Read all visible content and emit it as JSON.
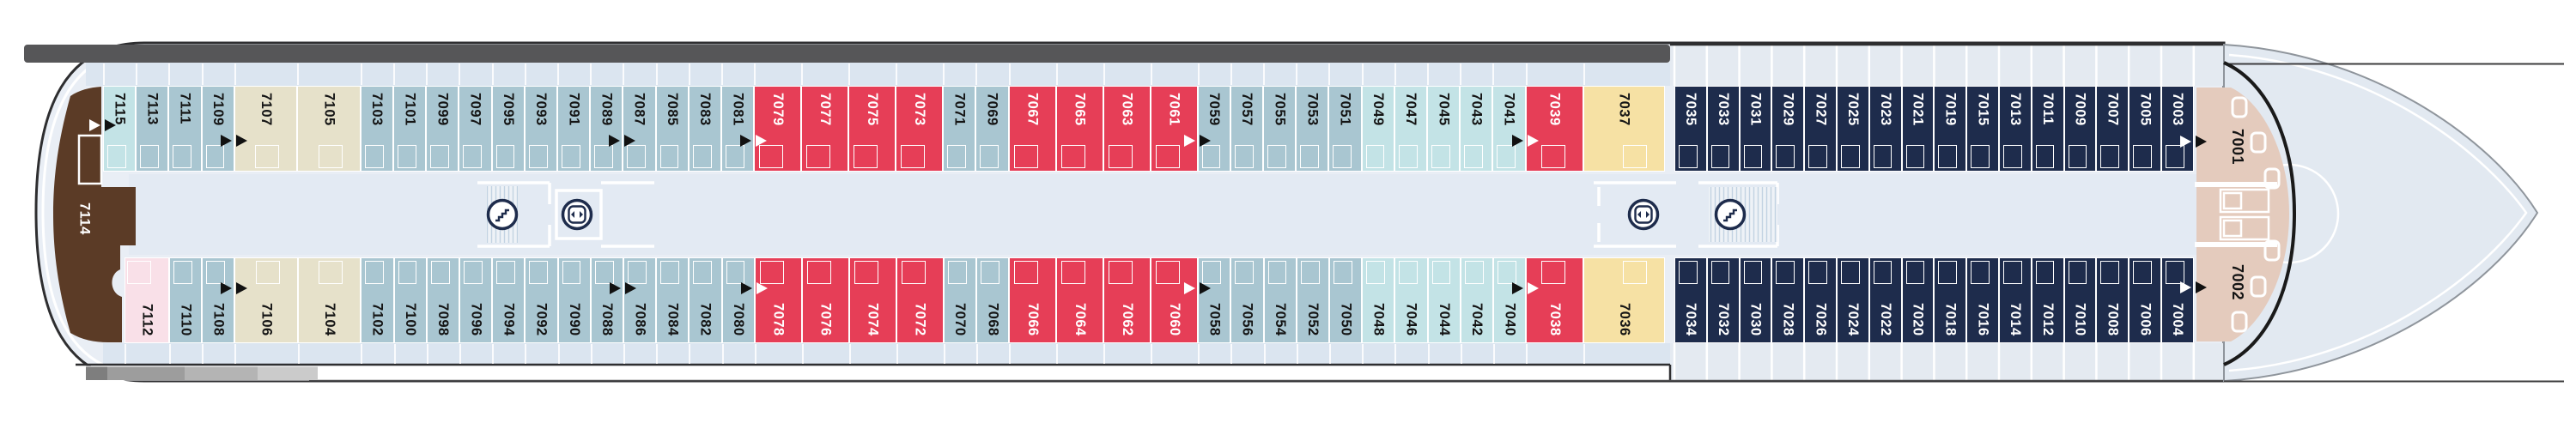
{
  "plan": {
    "name": "deck-plan",
    "deck_number_prefix": "7"
  },
  "categories": {
    "balcony_navy": {
      "fill": "#1e2c4c",
      "text": "#ffffff"
    },
    "oceanview": {
      "fill": "#a9c6d1",
      "text": "#141414"
    },
    "oceanview_light": {
      "fill": "#c3e3e6",
      "text": "#141414"
    },
    "suite_red": {
      "fill": "#e63e57",
      "text": "#ffffff"
    },
    "suite_red_l": {
      "fill": "#e63e57",
      "text": "#ffffff"
    },
    "suite_beige": {
      "fill": "#e6e1ca",
      "text": "#141414"
    },
    "suite_yellow": {
      "fill": "#f6e1a4",
      "text": "#141414"
    },
    "suite_pink": {
      "fill": "#f9e0e8",
      "text": "#141414"
    },
    "owner_brown": {
      "fill": "#5b3b26",
      "text": "#ffffff"
    },
    "bow_tan": {
      "fill": "#e4cbbd",
      "text": "#141414"
    }
  },
  "icons": {
    "stairs": "stairs-icon",
    "elevator": "elevator-icon"
  },
  "suites": [
    {
      "number": "7114",
      "category": "owner_brown"
    },
    {
      "number": "7001",
      "category": "bow_tan"
    },
    {
      "number": "7002",
      "category": "bow_tan"
    }
  ],
  "cabins": {
    "top": [
      {
        "number": "7115",
        "category": "oceanview_light"
      },
      {
        "number": "7113",
        "category": "oceanview"
      },
      {
        "number": "7111",
        "category": "oceanview"
      },
      {
        "number": "7109",
        "category": "oceanview"
      },
      {
        "number": "7107",
        "category": "suite_beige"
      },
      {
        "number": "7105",
        "category": "suite_beige"
      },
      {
        "number": "7103",
        "category": "oceanview"
      },
      {
        "number": "7101",
        "category": "oceanview"
      },
      {
        "number": "7099",
        "category": "oceanview"
      },
      {
        "number": "7097",
        "category": "oceanview"
      },
      {
        "number": "7095",
        "category": "oceanview"
      },
      {
        "number": "7093",
        "category": "oceanview"
      },
      {
        "number": "7091",
        "category": "oceanview"
      },
      {
        "number": "7089",
        "category": "oceanview"
      },
      {
        "number": "7087",
        "category": "oceanview"
      },
      {
        "number": "7085",
        "category": "oceanview"
      },
      {
        "number": "7083",
        "category": "oceanview"
      },
      {
        "number": "7081",
        "category": "oceanview"
      },
      {
        "number": "7079",
        "category": "suite_red"
      },
      {
        "number": "7077",
        "category": "suite_red"
      },
      {
        "number": "7075",
        "category": "suite_red"
      },
      {
        "number": "7073",
        "category": "suite_red"
      },
      {
        "number": "7071",
        "category": "oceanview"
      },
      {
        "number": "7069",
        "category": "oceanview"
      },
      {
        "number": "7067",
        "category": "suite_red"
      },
      {
        "number": "7065",
        "category": "suite_red"
      },
      {
        "number": "7063",
        "category": "suite_red"
      },
      {
        "number": "7061",
        "category": "suite_red"
      },
      {
        "number": "7059",
        "category": "oceanview"
      },
      {
        "number": "7057",
        "category": "oceanview"
      },
      {
        "number": "7055",
        "category": "oceanview"
      },
      {
        "number": "7053",
        "category": "oceanview"
      },
      {
        "number": "7051",
        "category": "oceanview"
      },
      {
        "number": "7049",
        "category": "oceanview_light"
      },
      {
        "number": "7047",
        "category": "oceanview_light"
      },
      {
        "number": "7045",
        "category": "oceanview_light"
      },
      {
        "number": "7043",
        "category": "oceanview_light"
      },
      {
        "number": "7041",
        "category": "oceanview_light"
      },
      {
        "number": "7039",
        "category": "suite_red_l"
      },
      {
        "number": "7037",
        "category": "suite_yellow"
      },
      {
        "number": "7035",
        "category": "balcony_navy"
      },
      {
        "number": "7033",
        "category": "balcony_navy"
      },
      {
        "number": "7031",
        "category": "balcony_navy"
      },
      {
        "number": "7029",
        "category": "balcony_navy"
      },
      {
        "number": "7027",
        "category": "balcony_navy"
      },
      {
        "number": "7025",
        "category": "balcony_navy"
      },
      {
        "number": "7023",
        "category": "balcony_navy"
      },
      {
        "number": "7021",
        "category": "balcony_navy"
      },
      {
        "number": "7019",
        "category": "balcony_navy"
      },
      {
        "number": "7015",
        "category": "balcony_navy"
      },
      {
        "number": "7013",
        "category": "balcony_navy"
      },
      {
        "number": "7011",
        "category": "balcony_navy"
      },
      {
        "number": "7009",
        "category": "balcony_navy"
      },
      {
        "number": "7007",
        "category": "balcony_navy"
      },
      {
        "number": "7005",
        "category": "balcony_navy"
      },
      {
        "number": "7003",
        "category": "balcony_navy"
      }
    ],
    "bottom": [
      {
        "number": "7112",
        "category": "suite_pink"
      },
      {
        "number": "7110",
        "category": "oceanview"
      },
      {
        "number": "7108",
        "category": "oceanview"
      },
      {
        "number": "7106",
        "category": "suite_beige"
      },
      {
        "number": "7104",
        "category": "suite_beige"
      },
      {
        "number": "7102",
        "category": "oceanview"
      },
      {
        "number": "7100",
        "category": "oceanview"
      },
      {
        "number": "7098",
        "category": "oceanview"
      },
      {
        "number": "7096",
        "category": "oceanview"
      },
      {
        "number": "7094",
        "category": "oceanview"
      },
      {
        "number": "7092",
        "category": "oceanview"
      },
      {
        "number": "7090",
        "category": "oceanview"
      },
      {
        "number": "7088",
        "category": "oceanview"
      },
      {
        "number": "7086",
        "category": "oceanview"
      },
      {
        "number": "7084",
        "category": "oceanview"
      },
      {
        "number": "7082",
        "category": "oceanview"
      },
      {
        "number": "7080",
        "category": "oceanview"
      },
      {
        "number": "7078",
        "category": "suite_red"
      },
      {
        "number": "7076",
        "category": "suite_red"
      },
      {
        "number": "7074",
        "category": "suite_red"
      },
      {
        "number": "7072",
        "category": "suite_red"
      },
      {
        "number": "7070",
        "category": "oceanview"
      },
      {
        "number": "7068",
        "category": "oceanview"
      },
      {
        "number": "7066",
        "category": "suite_red"
      },
      {
        "number": "7064",
        "category": "suite_red"
      },
      {
        "number": "7062",
        "category": "suite_red"
      },
      {
        "number": "7060",
        "category": "suite_red"
      },
      {
        "number": "7058",
        "category": "oceanview"
      },
      {
        "number": "7056",
        "category": "oceanview"
      },
      {
        "number": "7054",
        "category": "oceanview"
      },
      {
        "number": "7052",
        "category": "oceanview"
      },
      {
        "number": "7050",
        "category": "oceanview"
      },
      {
        "number": "7048",
        "category": "oceanview_light"
      },
      {
        "number": "7046",
        "category": "oceanview_light"
      },
      {
        "number": "7044",
        "category": "oceanview_light"
      },
      {
        "number": "7042",
        "category": "oceanview_light"
      },
      {
        "number": "7040",
        "category": "oceanview_light"
      },
      {
        "number": "7038",
        "category": "suite_red_l"
      },
      {
        "number": "7036",
        "category": "suite_yellow"
      },
      {
        "number": "7034",
        "category": "balcony_navy"
      },
      {
        "number": "7032",
        "category": "balcony_navy"
      },
      {
        "number": "7030",
        "category": "balcony_navy"
      },
      {
        "number": "7028",
        "category": "balcony_navy"
      },
      {
        "number": "7026",
        "category": "balcony_navy"
      },
      {
        "number": "7024",
        "category": "balcony_navy"
      },
      {
        "number": "7022",
        "category": "balcony_navy"
      },
      {
        "number": "7020",
        "category": "balcony_navy"
      },
      {
        "number": "7018",
        "category": "balcony_navy"
      },
      {
        "number": "7016",
        "category": "balcony_navy"
      },
      {
        "number": "7014",
        "category": "balcony_navy"
      },
      {
        "number": "7012",
        "category": "balcony_navy"
      },
      {
        "number": "7010",
        "category": "balcony_navy"
      },
      {
        "number": "7008",
        "category": "balcony_navy"
      },
      {
        "number": "7006",
        "category": "balcony_navy"
      },
      {
        "number": "7004",
        "category": "balcony_navy"
      }
    ]
  },
  "connecting_markers": [
    {
      "row": "top",
      "left": "7114",
      "right": "7115",
      "colors": [
        "#ffffff",
        "#111111"
      ]
    },
    {
      "row": "top",
      "left": "7109",
      "right": "7107",
      "colors": [
        "#111111",
        "#111111"
      ]
    },
    {
      "row": "top",
      "left": "7089",
      "right": "7087",
      "colors": [
        "#111111",
        "#111111"
      ]
    },
    {
      "row": "top",
      "left": "7081",
      "right": "7079",
      "colors": [
        "#111111",
        "#ffffff"
      ]
    },
    {
      "row": "top",
      "left": "7061",
      "right": "7059",
      "colors": [
        "#ffffff",
        "#111111"
      ]
    },
    {
      "row": "top",
      "left": "7041",
      "right": "7039",
      "colors": [
        "#111111",
        "#ffffff"
      ]
    },
    {
      "row": "top",
      "left": "7003",
      "right": "7001",
      "colors": [
        "#ffffff",
        "#111111"
      ]
    },
    {
      "row": "bottom",
      "left": "7108",
      "right": "7106",
      "colors": [
        "#111111",
        "#111111"
      ]
    },
    {
      "row": "bottom",
      "left": "7088",
      "right": "7086",
      "colors": [
        "#111111",
        "#111111"
      ]
    },
    {
      "row": "bottom",
      "left": "7080",
      "right": "7078",
      "colors": [
        "#111111",
        "#ffffff"
      ]
    },
    {
      "row": "bottom",
      "left": "7060",
      "right": "7058",
      "colors": [
        "#ffffff",
        "#111111"
      ]
    },
    {
      "row": "bottom",
      "left": "7040",
      "right": "7038",
      "colors": [
        "#111111",
        "#ffffff"
      ]
    },
    {
      "row": "bottom",
      "left": "7004",
      "right": "7002",
      "colors": [
        "#ffffff",
        "#111111"
      ]
    }
  ]
}
